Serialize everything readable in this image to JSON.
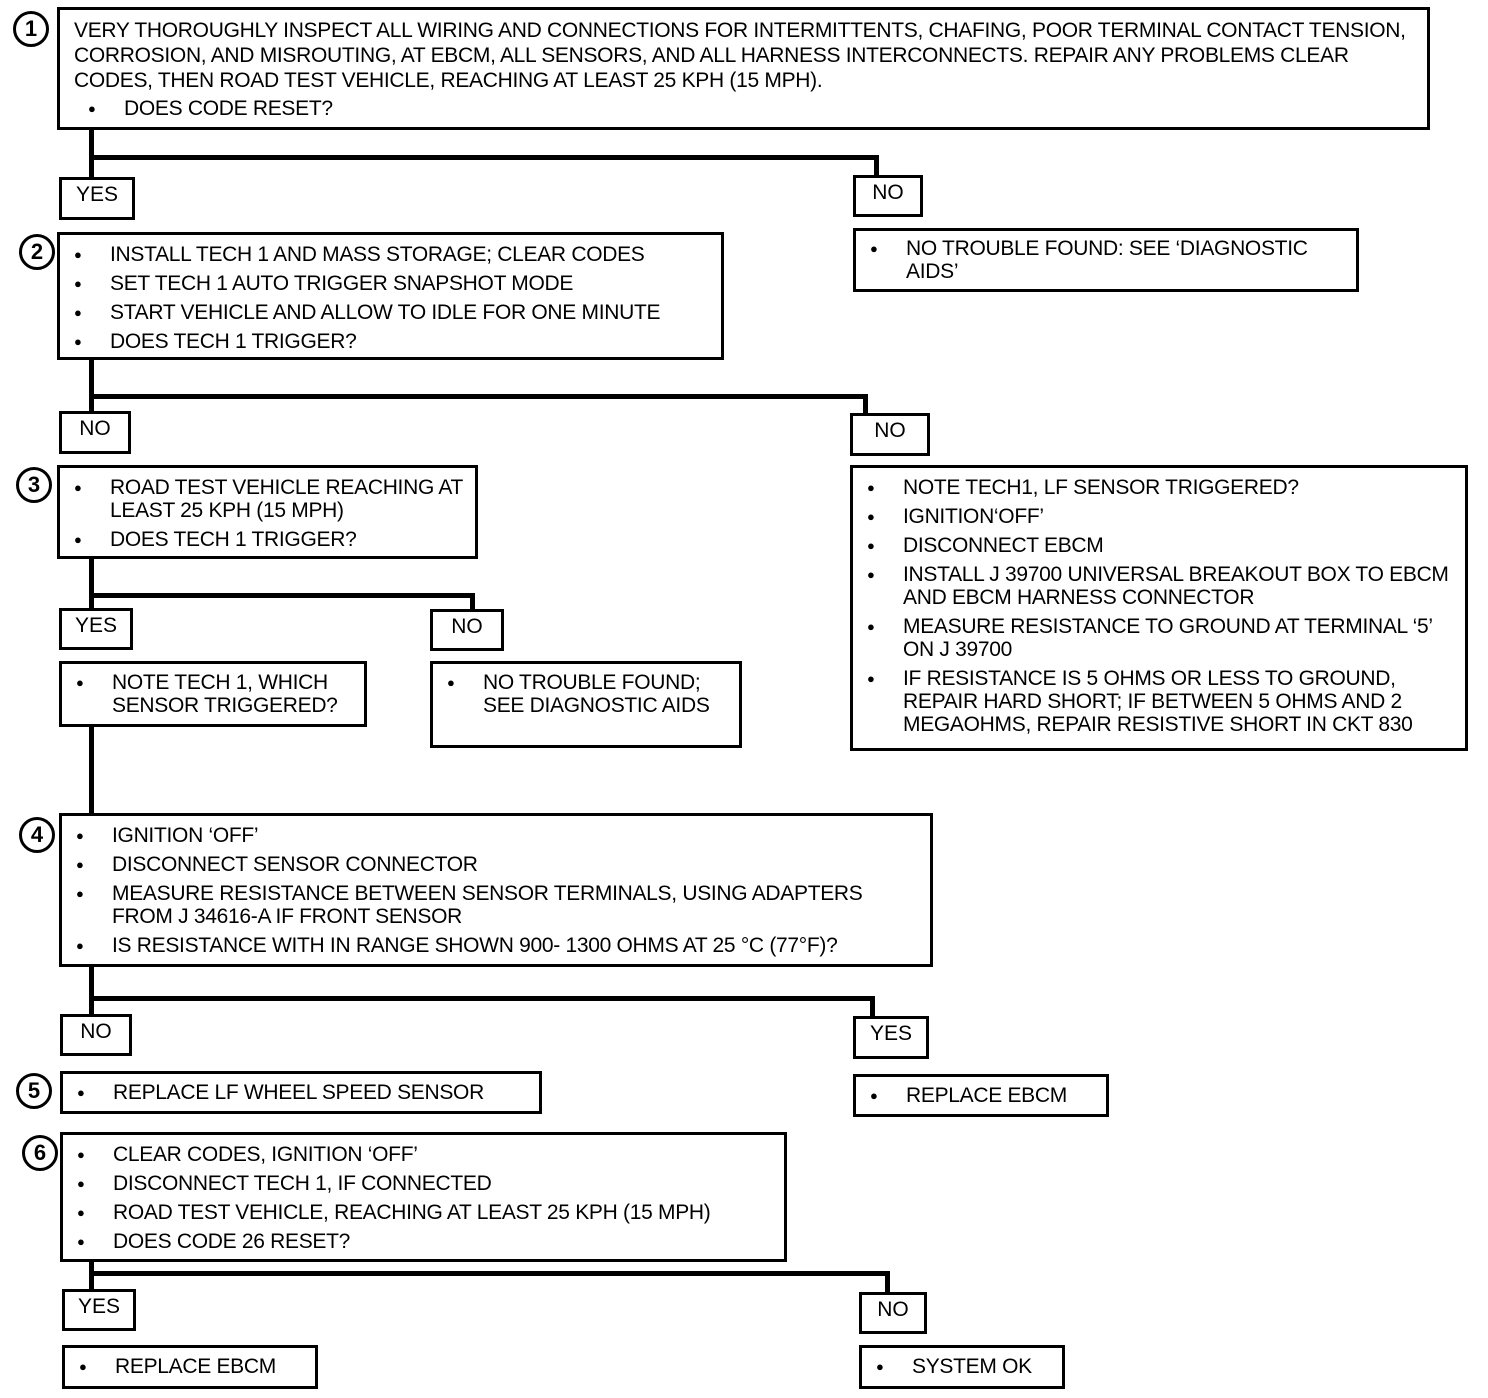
{
  "diagram": {
    "step1": {
      "number": "1",
      "text": "VERY THOROUGHLY INSPECT ALL WIRING AND CONNECTIONS FOR INTERMITTENTS, CHAFING, POOR TERMINAL CONTACT TENSION, CORROSION, AND MISROUTING, AT EBCM, ALL SENSORS, AND ALL HARNESS INTERCONNECTS. REPAIR ANY PROBLEMS CLEAR CODES, THEN ROAD TEST VEHICLE, REACHING AT LEAST 25 KPH (15 MPH).",
      "question": "DOES CODE RESET?"
    },
    "step1_yes": "YES",
    "step1_no": "NO",
    "step1_no_box": [
      "NO TROUBLE FOUND: SEE ‘DIAGNOSTIC AIDS’"
    ],
    "step2": {
      "number": "2",
      "items": [
        "INSTALL TECH 1 AND MASS STORAGE; CLEAR CODES",
        "SET TECH 1 AUTO TRIGGER SNAPSHOT MODE",
        "START VEHICLE AND ALLOW TO IDLE FOR ONE MINUTE",
        "DOES TECH 1 TRIGGER?"
      ]
    },
    "step2_left": "NO",
    "step2_right": "NO",
    "step2_right_box": [
      "NOTE TECH1, LF SENSOR TRIGGERED?",
      "IGNITION‘OFF’",
      "DISCONNECT EBCM",
      "INSTALL J 39700 UNIVERSAL BREAKOUT BOX TO EBCM AND EBCM HARNESS CONNECTOR",
      "MEASURE RESISTANCE TO GROUND AT TERMINAL ‘5’ ON J 39700",
      "IF RESISTANCE IS 5 OHMS OR LESS TO GROUND, REPAIR HARD SHORT; IF BETWEEN 5 OHMS AND 2 MEGAOHMS, REPAIR RESISTIVE SHORT IN CKT 830"
    ],
    "step3": {
      "number": "3",
      "items": [
        "ROAD TEST VEHICLE REACHING AT LEAST 25 KPH (15 MPH)",
        "DOES TECH 1 TRIGGER?"
      ]
    },
    "step3_yes": "YES",
    "step3_no": "NO",
    "step3_yes_box": [
      "NOTE TECH 1, WHICH SENSOR TRIGGERED?"
    ],
    "step3_no_box": [
      "NO TROUBLE FOUND; SEE DIAGNOSTIC AIDS"
    ],
    "step4": {
      "number": "4",
      "items": [
        "IGNITION ‘OFF’",
        "DISCONNECT SENSOR CONNECTOR",
        "MEASURE RESISTANCE BETWEEN SENSOR TERMINALS, USING ADAPTERS FROM J 34616-A IF FRONT SENSOR",
        "IS RESISTANCE WITH IN RANGE SHOWN 900- 1300 OHMS AT 25 °C (77°F)?"
      ]
    },
    "step4_no": "NO",
    "step4_yes": "YES",
    "step4_yes_box": [
      "REPLACE EBCM"
    ],
    "step5": {
      "number": "5",
      "items": [
        "REPLACE LF WHEEL SPEED SENSOR"
      ]
    },
    "step6": {
      "number": "6",
      "items": [
        "CLEAR CODES, IGNITION ‘OFF’",
        "DISCONNECT TECH 1, IF CONNECTED",
        "ROAD TEST VEHICLE, REACHING AT LEAST 25 KPH (15 MPH)",
        "DOES CODE 26 RESET?"
      ]
    },
    "step6_yes": "YES",
    "step6_no": "NO",
    "step6_yes_box": [
      "REPLACE EBCM"
    ],
    "step6_no_box": [
      "SYSTEM OK"
    ]
  }
}
